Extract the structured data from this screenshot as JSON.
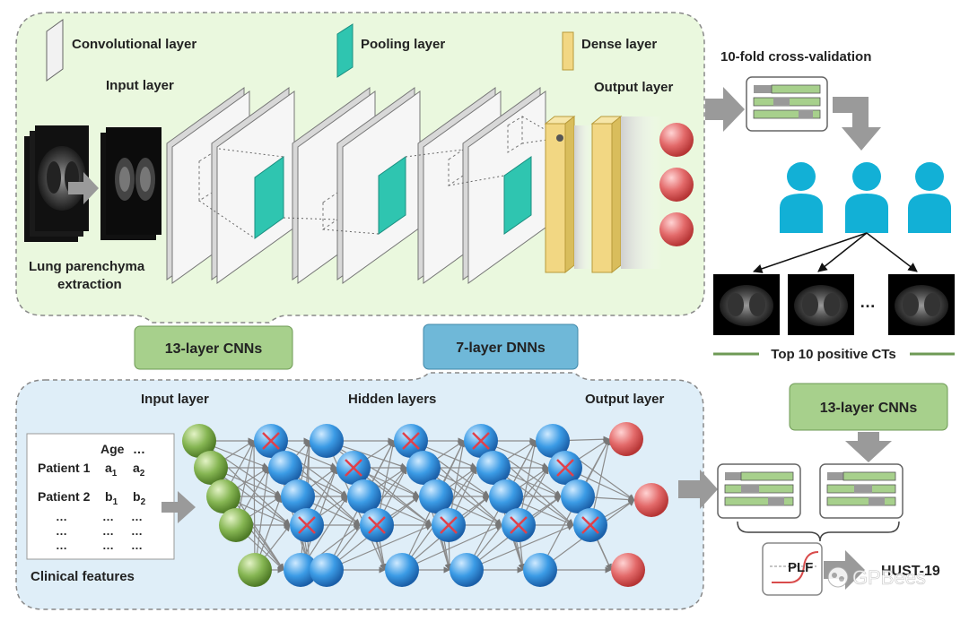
{
  "cnn_panel": {
    "legend": {
      "convolutional": "Convolutional layer",
      "pooling": "Pooling layer",
      "dense": "Dense layer"
    },
    "input_label": "Input layer",
    "output_label": "Output layer",
    "extraction_line1": "Lung parenchyma",
    "extraction_line2": "extraction",
    "badge": "13-layer CNNs"
  },
  "dnn_panel": {
    "badge": "7-layer DNNs",
    "input_label": "Input layer",
    "hidden_label": "Hidden layers",
    "output_label": "Output layer",
    "table": {
      "header": [
        "Age",
        "…"
      ],
      "rows": [
        {
          "label": "Patient 1",
          "a": "a",
          "a_sub": "1",
          "b": "a",
          "b_sub": "2"
        },
        {
          "label": "Patient 2",
          "a": "b",
          "a_sub": "1",
          "b": "b",
          "b_sub": "2"
        }
      ],
      "ellipsis": "…"
    },
    "caption": "Clinical features"
  },
  "right_flow": {
    "crossval_title": "10-fold cross-validation",
    "dots": "…",
    "top_ct_label": "Top 10 positive CTs",
    "cnn_badge": "13-layer CNNs",
    "plf_label": "PLF",
    "hust_label": "HUST-19",
    "watermark": "GPBees"
  },
  "colors": {
    "cnn_panel_bg": "#eaf8de",
    "dnn_panel_bg": "#dfeef8",
    "badge_green": "#a7d08c",
    "badge_blue": "#6fb8d8",
    "person": "#12b0d6",
    "neuron_green": "#7fae4a",
    "neuron_blue": "#2f95df",
    "neuron_red": "#d94b4b",
    "pooling": "#2fc5b0",
    "dense": "#f2d783",
    "arrow_gray": "#8c8c8c"
  }
}
